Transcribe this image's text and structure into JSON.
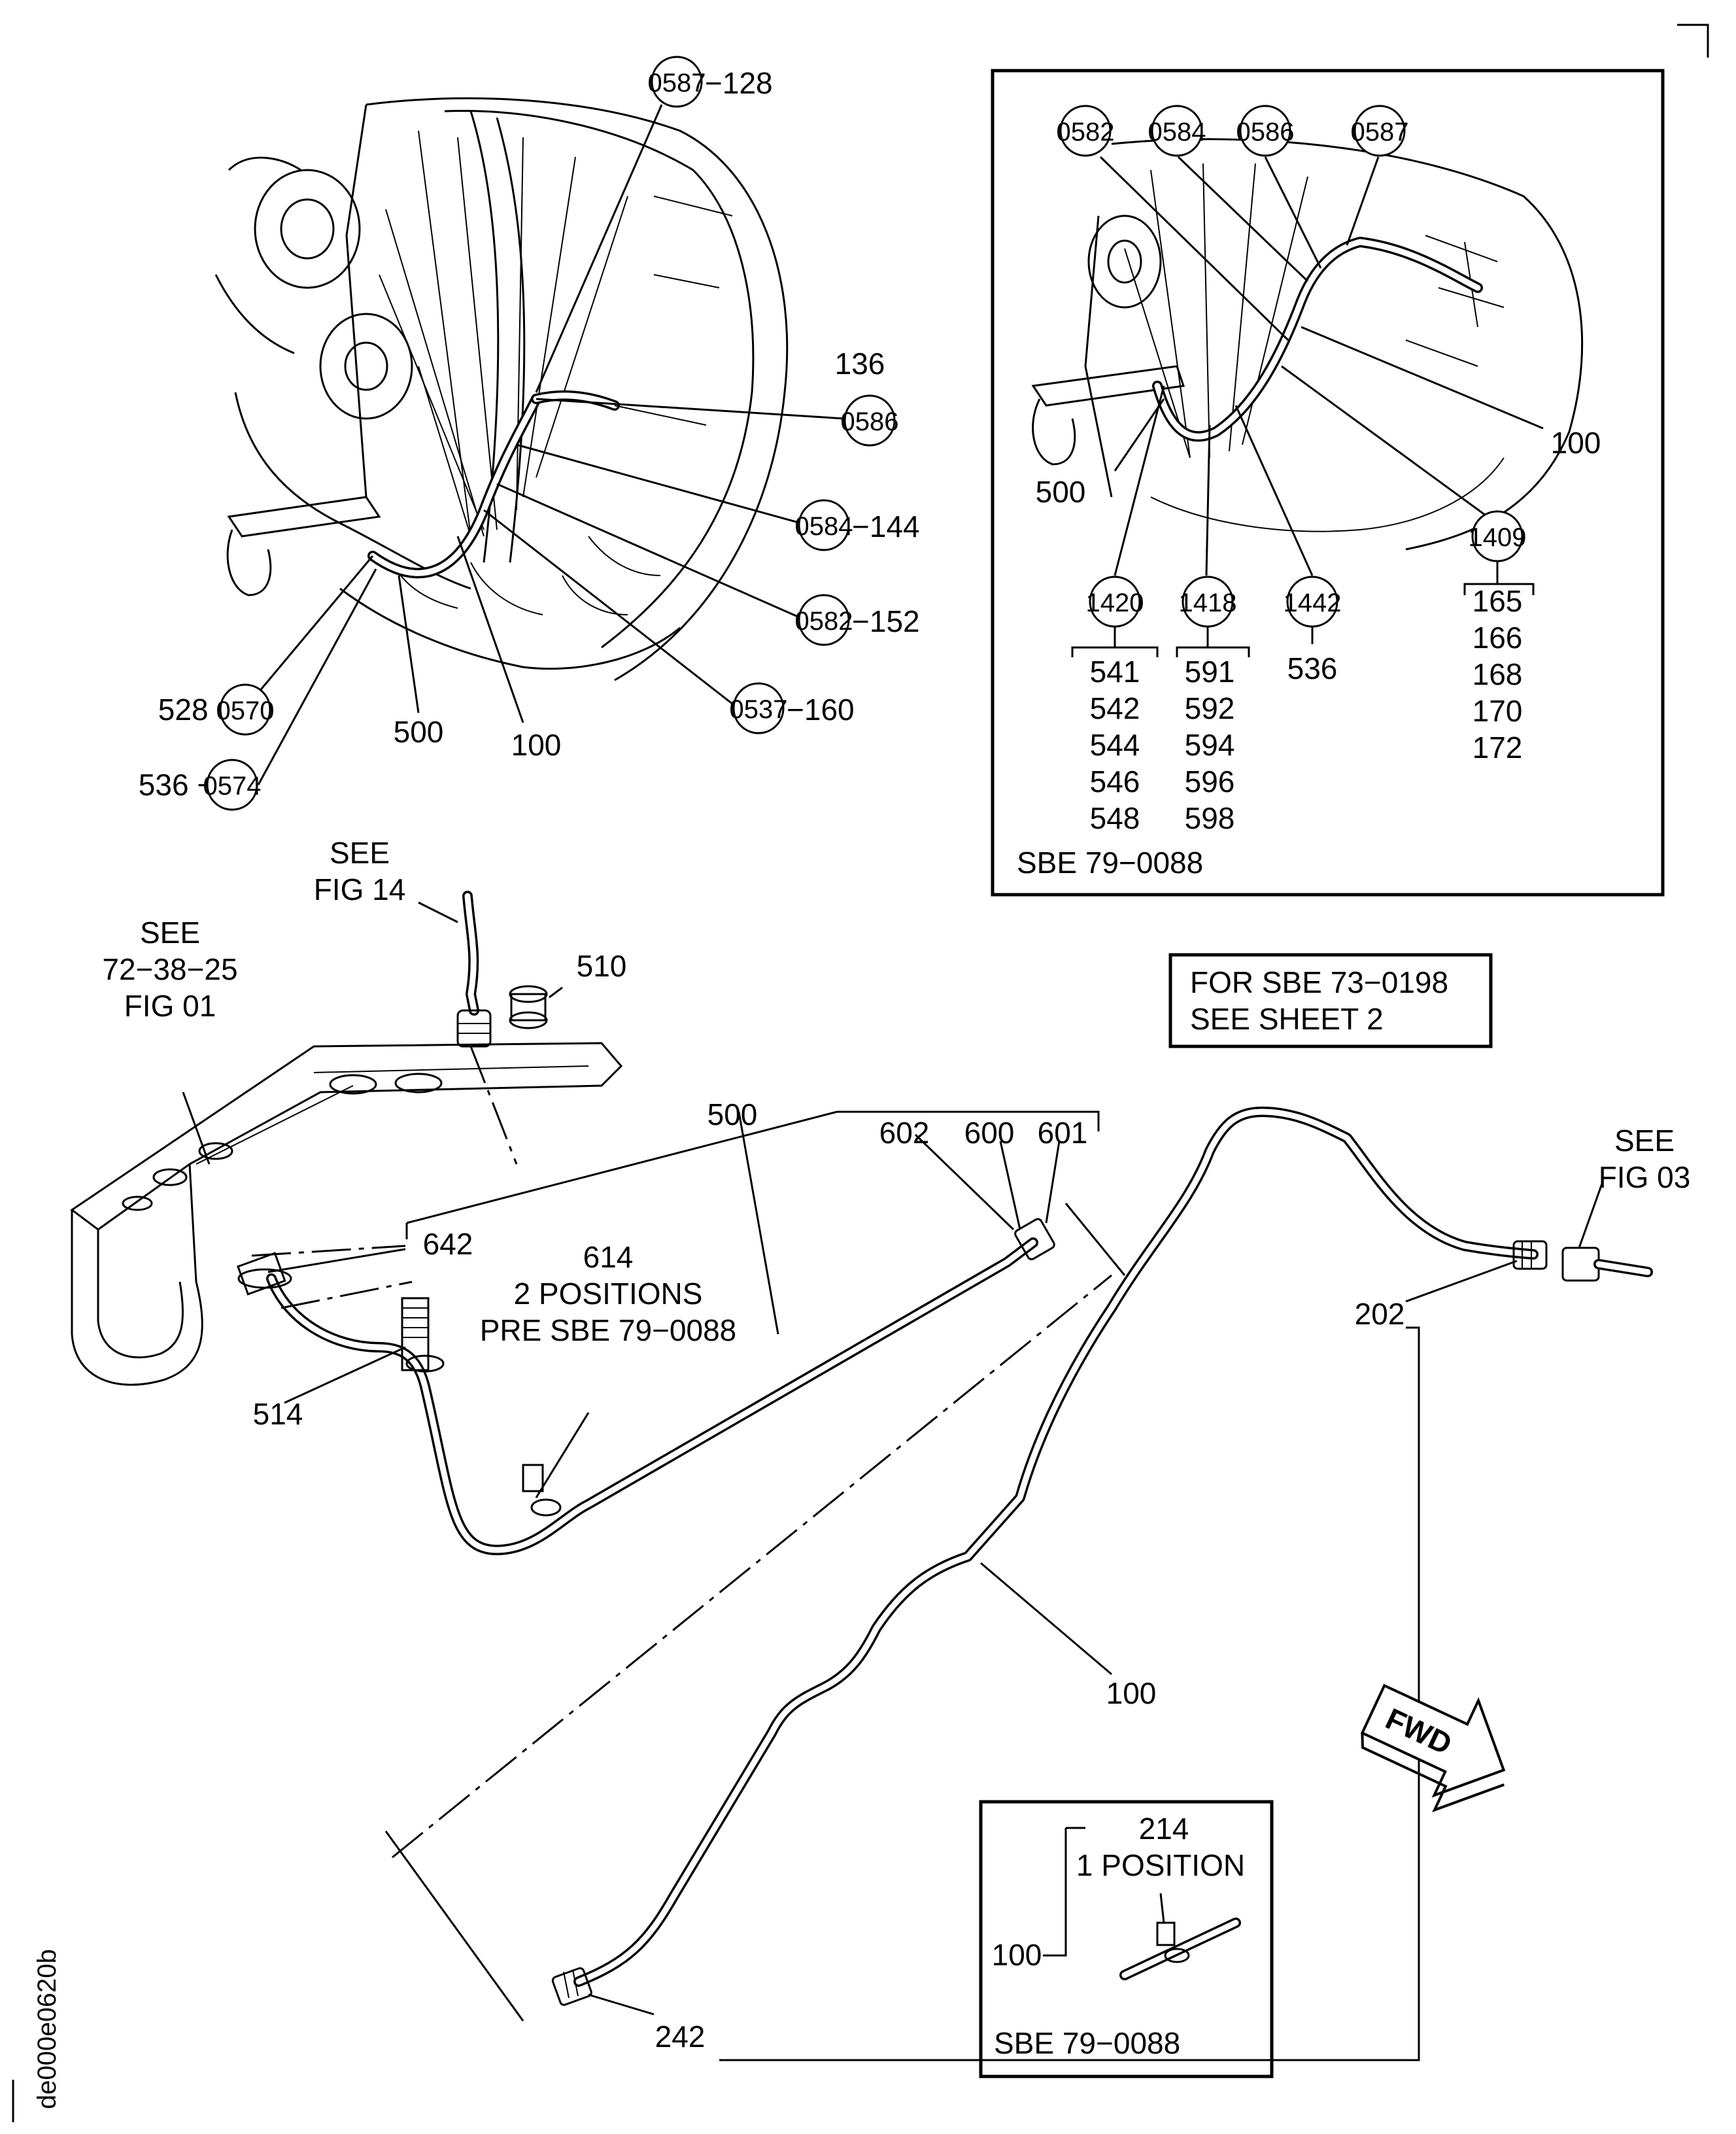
{
  "top_view": {
    "callouts": [
      {
        "ref": "0587",
        "suffix": "−128"
      },
      {
        "ref": "0586",
        "prefix": "136"
      },
      {
        "ref": "0584",
        "suffix": "−144"
      },
      {
        "ref": "0582",
        "suffix": "−152"
      },
      {
        "ref": "0537",
        "suffix": "−160"
      },
      {
        "ref": "0570",
        "prefix": "528 −"
      },
      {
        "ref": "0574",
        "prefix": "536 −"
      }
    ],
    "labels": {
      "l500": "500",
      "l100": "100"
    }
  },
  "inset_sbe": {
    "circles": [
      "0582",
      "0584",
      "0586",
      "0587",
      "1409",
      "1420",
      "1418",
      "1442"
    ],
    "l100": "100",
    "l500": "500",
    "group_1420": [
      "541",
      "542",
      "544",
      "546",
      "548"
    ],
    "group_1418": [
      "591",
      "592",
      "594",
      "596",
      "598"
    ],
    "label_1442": "536",
    "group_1409": [
      "165",
      "166",
      "168",
      "170",
      "172"
    ],
    "caption": "SBE 79−0088"
  },
  "note_box": {
    "line1": "FOR SBE 73−0198",
    "line2": "SEE SHEET 2"
  },
  "main": {
    "see_fig14": [
      "SEE",
      "FIG 14"
    ],
    "see_72": [
      "SEE",
      "72−38−25",
      "FIG 01"
    ],
    "see_fig03": [
      "SEE",
      "FIG 03"
    ],
    "l510": "510",
    "l500": "500",
    "l602": "602",
    "l600": "600",
    "l601": "601",
    "l642": "642",
    "l614": [
      "614",
      "2 POSITIONS",
      "PRE SBE 79−0088"
    ],
    "l514": "514",
    "l202": "202",
    "l100": "100",
    "l242": "242",
    "fwd": "FWD"
  },
  "inset_small": {
    "l214": "214",
    "l1pos": "1 POSITION",
    "l100": "100",
    "caption": "SBE 79−0088"
  },
  "drawing_id": "de000e0620b"
}
